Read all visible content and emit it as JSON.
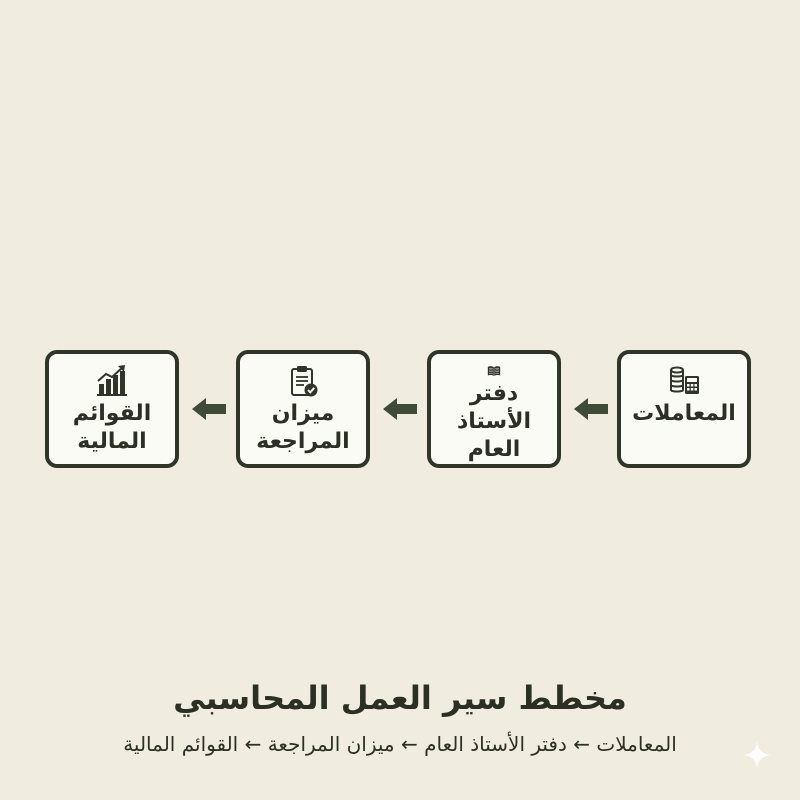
{
  "diagram": {
    "steps": [
      {
        "label": "المعاملات",
        "icon": "coins-calculator-icon"
      },
      {
        "label": "دفتر الأستاذ\nالعام",
        "icon": "open-book-icon"
      },
      {
        "label": "ميزان\nالمراجعة",
        "icon": "checked-clipboard-icon"
      },
      {
        "label": "القوائم\nالمالية",
        "icon": "bar-chart-growth-icon"
      }
    ],
    "connector_icon": "left-arrow-icon"
  },
  "caption": {
    "title": "مخطط سير العمل المحاسبي",
    "subtitle": "المعاملات ← دفتر الأستاذ العام ← ميزان المراجعة ← القوائم المالية"
  },
  "colors": {
    "background": "#f0ecdf",
    "box_fill": "#fbfbf6",
    "stroke": "#2f3529",
    "arrow": "#3f4a37",
    "text": "#2b2f24"
  },
  "watermark_icon": "sparkle-icon"
}
